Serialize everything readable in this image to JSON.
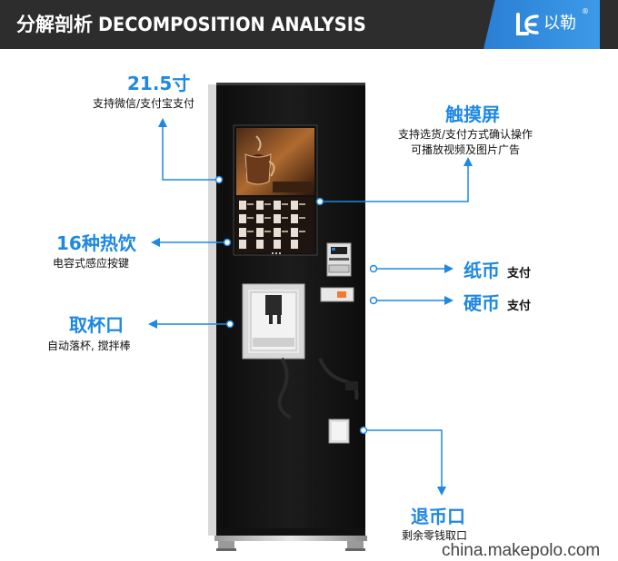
{
  "header": {
    "title_cn": "分解剖析",
    "title_en": "DECOMPOSITION ANALYSIS",
    "logo_text": "以勒",
    "logo_reg": "®"
  },
  "callouts": {
    "screen_size": {
      "title": "21.5寸",
      "subtitle": "支持微信/支付宝支付"
    },
    "touchscreen": {
      "title": "触摸屏",
      "line1": "支持选货/支付方式确认操作",
      "line2": "可播放视频及图片广告"
    },
    "hot_drinks": {
      "title": "16种热饮",
      "subtitle": "电容式感应按键"
    },
    "paper_money": {
      "title": "纸币",
      "suffix": "支付"
    },
    "coin": {
      "title": "硬币",
      "suffix": "支付"
    },
    "cup_outlet": {
      "title": "取杯口",
      "subtitle": "自动落杯, 搅拌棒"
    },
    "coin_return": {
      "title": "退币口",
      "subtitle": "剩余零钱取口"
    }
  },
  "watermark": "china.makepolo.com",
  "colors": {
    "accent": "#1e88e5",
    "header_bg": "#2d2d2d",
    "machine_body": "#1a1a1a"
  }
}
